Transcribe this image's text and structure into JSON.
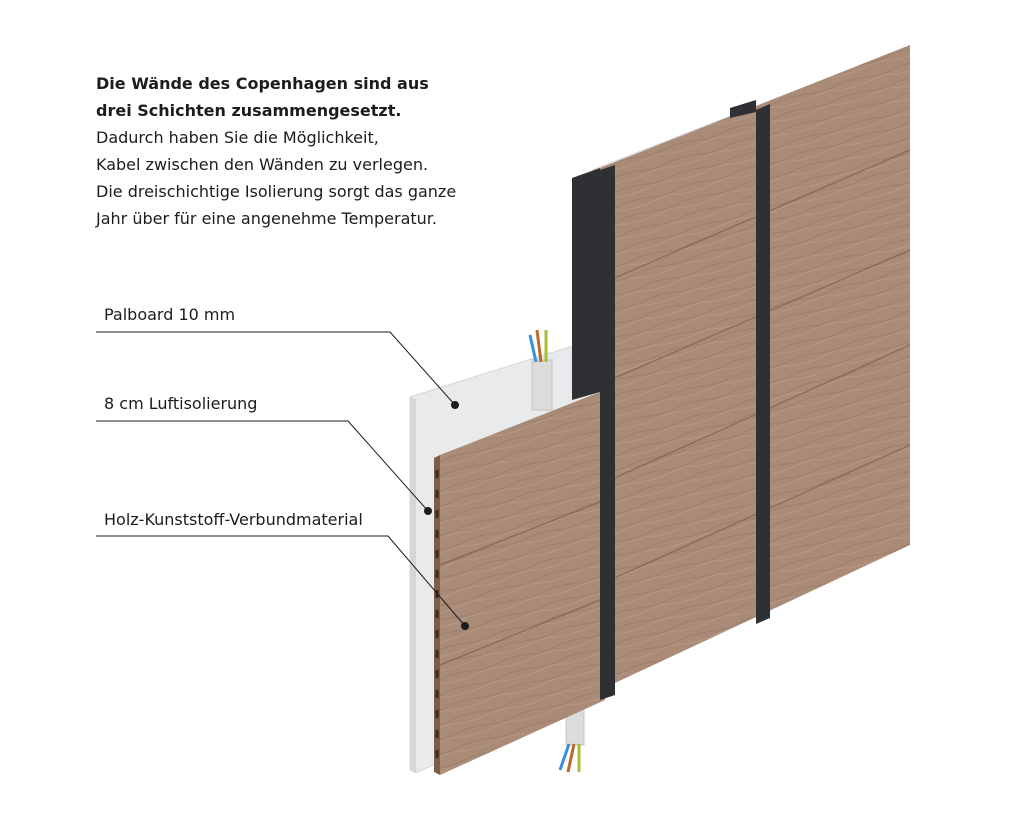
{
  "intro": {
    "bold_line_1": "Die Wände des Copenhagen sind aus",
    "bold_line_2": "drei Schichten zusammengesetzt.",
    "line_3": "Dadurch haben Sie die Möglichkeit,",
    "line_4": "Kabel zwischen den Wänden zu verlegen.",
    "line_5": "Die dreischichtige Isolierung sorgt das ganze",
    "line_6": "Jahr über für eine angenehme Temperatur."
  },
  "callouts": [
    {
      "label": "Palboard 10 mm"
    },
    {
      "label": "8 cm Luftisolierung"
    },
    {
      "label": "Holz-Kunststoff-Verbundmaterial"
    }
  ],
  "colors": {
    "wood": "#a98b78",
    "wood_dark": "#8c6f5c",
    "board": "#e9eaec",
    "rail": "#2e3033",
    "cable": "#d9d9d9",
    "text": "#1c1c1c"
  }
}
